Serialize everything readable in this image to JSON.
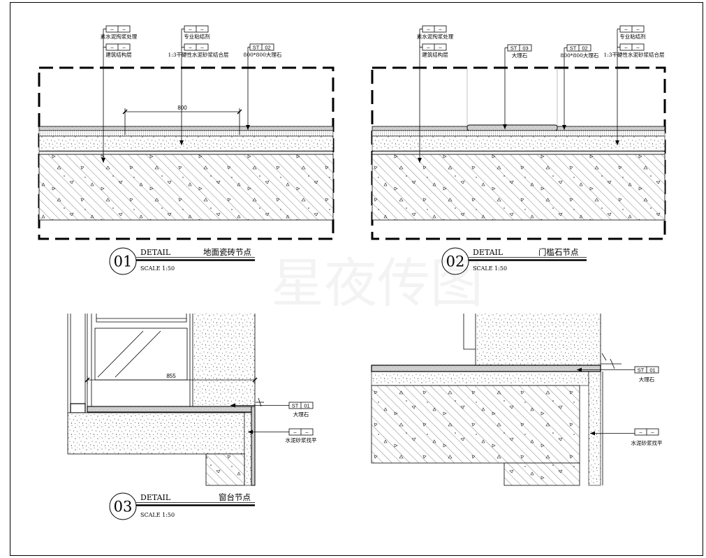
{
  "watermark": "星夜传图",
  "colors": {
    "ink": "#000000",
    "marble": "#d0d0d0",
    "paper": "#ffffff"
  },
  "detail_01": {
    "number": "01",
    "detail_label": "DETAIL",
    "title": "地面瓷砖节点",
    "scale": "SCALE 1:50",
    "dimension": "800",
    "callouts": [
      {
        "left": "–",
        "right": "–",
        "caption": "素水泥掏浆处理"
      },
      {
        "left": "–",
        "right": "–",
        "caption": "建筑结构层"
      },
      {
        "left": "–",
        "right": "–",
        "caption": "专业粘结剂"
      },
      {
        "left": "–",
        "right": "–",
        "caption": "1:3干硬性水泥砂浆结合层"
      },
      {
        "left": "ST",
        "right": "02",
        "caption": "800*800大理石"
      }
    ]
  },
  "detail_02": {
    "number": "02",
    "detail_label": "DETAIL",
    "title": "门槛石节点",
    "scale": "SCALE 1:50",
    "callouts": [
      {
        "left": "–",
        "right": "–",
        "caption": "素水泥掏浆处理"
      },
      {
        "left": "–",
        "right": "–",
        "caption": "建筑结构层"
      },
      {
        "left": "ST",
        "right": "03",
        "caption": "大理石"
      },
      {
        "left": "ST",
        "right": "02",
        "caption": "800*800大理石"
      },
      {
        "left": "–",
        "right": "–",
        "caption": "专业粘结剂"
      },
      {
        "left": "–",
        "right": "–",
        "caption": "1:3干硬性水泥砂浆结合层"
      }
    ]
  },
  "detail_03": {
    "number": "03",
    "detail_label": "DETAIL",
    "title": "窗台节点",
    "scale": "SCALE 1:50",
    "dimension": "855",
    "callouts": [
      {
        "left": "ST",
        "right": "01",
        "caption": "大理石"
      },
      {
        "left": "–",
        "right": "–",
        "caption": "水泥砂浆找平"
      }
    ]
  },
  "detail_04": {
    "callouts": [
      {
        "left": "ST",
        "right": "01",
        "caption": "大理石"
      },
      {
        "left": "–",
        "right": "–",
        "caption": "水泥砂浆找平"
      }
    ]
  }
}
